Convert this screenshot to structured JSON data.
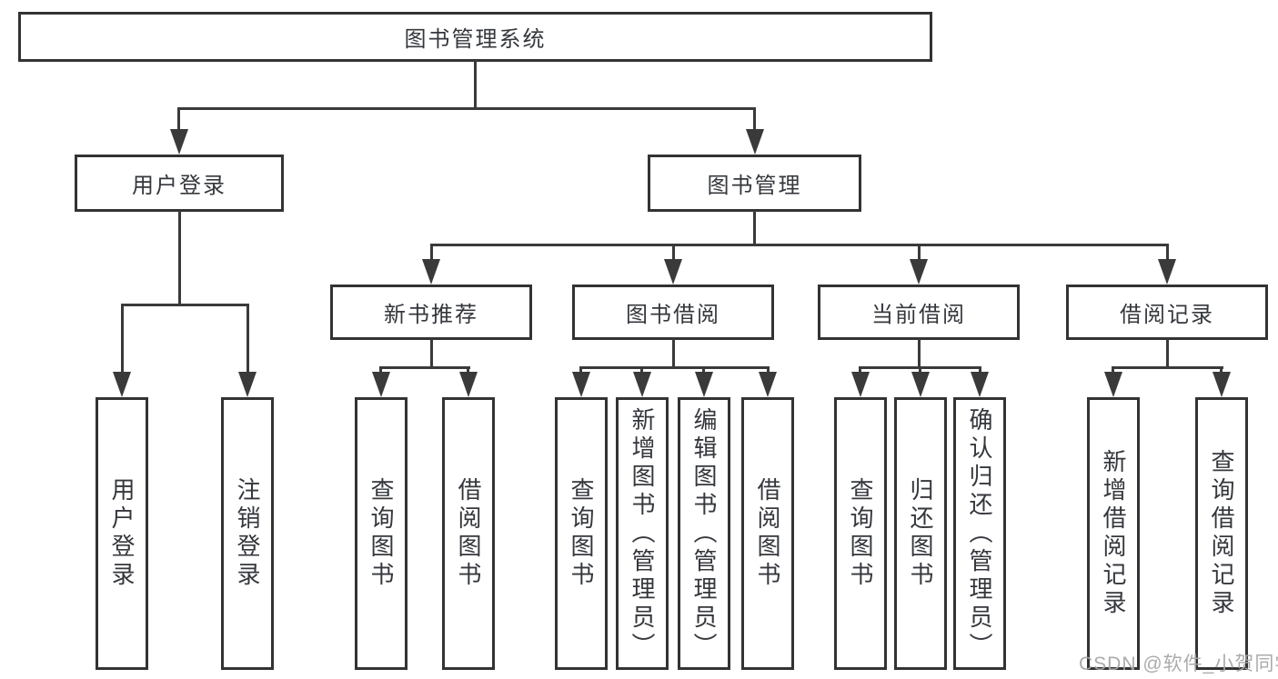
{
  "colors": {
    "line": "#3a3a3a",
    "border": "#333333",
    "text": "#34373c",
    "background": "#ffffff",
    "watermark": "#a6a6a6"
  },
  "root": {
    "label": "图书管理系统"
  },
  "branches": [
    {
      "label": "用户登录",
      "children": [
        {
          "label": "用户登录"
        },
        {
          "label": "注销登录"
        }
      ]
    },
    {
      "label": "图书管理",
      "children": [
        {
          "label": "新书推荐",
          "children": [
            {
              "label": "查询图书"
            },
            {
              "label": "借阅图书"
            }
          ]
        },
        {
          "label": "图书借阅",
          "children": [
            {
              "label": "查询图书"
            },
            {
              "label": "新增图书（管理员）"
            },
            {
              "label": "编辑图书（管理员）"
            },
            {
              "label": "借阅图书"
            }
          ]
        },
        {
          "label": "当前借阅",
          "children": [
            {
              "label": "查询图书"
            },
            {
              "label": "归还图书"
            },
            {
              "label": "确认归还（管理员）"
            }
          ]
        },
        {
          "label": "借阅记录",
          "children": [
            {
              "label": "新增借阅记录"
            },
            {
              "label": "查询借阅记录"
            }
          ]
        }
      ]
    }
  ],
  "watermark": "CSDN @软件_小贺同学"
}
